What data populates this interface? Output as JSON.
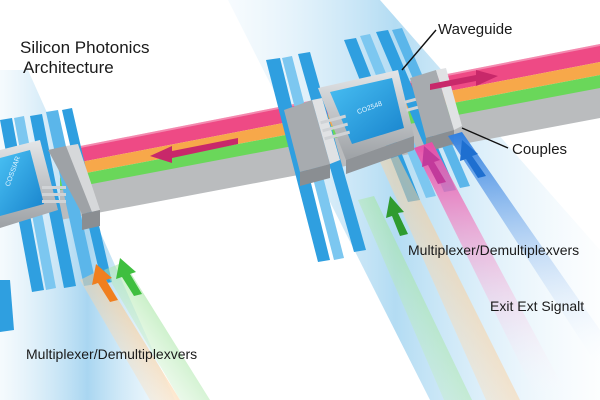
{
  "title": {
    "line1": "Silicon Photonics",
    "line2": "Architecture"
  },
  "labels": {
    "waveguide": "Waveguide",
    "couples": "Couples",
    "mux_right": "Multiplexer/Demultiplexvers",
    "exit_signal": "Exit Ext Signalt",
    "mux_left": "Multiplexer/Demultiplexvers"
  },
  "colors": {
    "beam_red": "#ee3f7d",
    "beam_orange": "#f7a23e",
    "beam_green": "#68d456",
    "beam_gray": "#c4c7c9",
    "panel_blue": "#bfe0f3",
    "rail_blue": "#2f9fe0",
    "chip_blue": "#1c9be0",
    "metal": "#b9bcbf"
  },
  "icons": [
    "arrow-left-icon",
    "arrow-right-icon",
    "arrow-up-icon"
  ]
}
